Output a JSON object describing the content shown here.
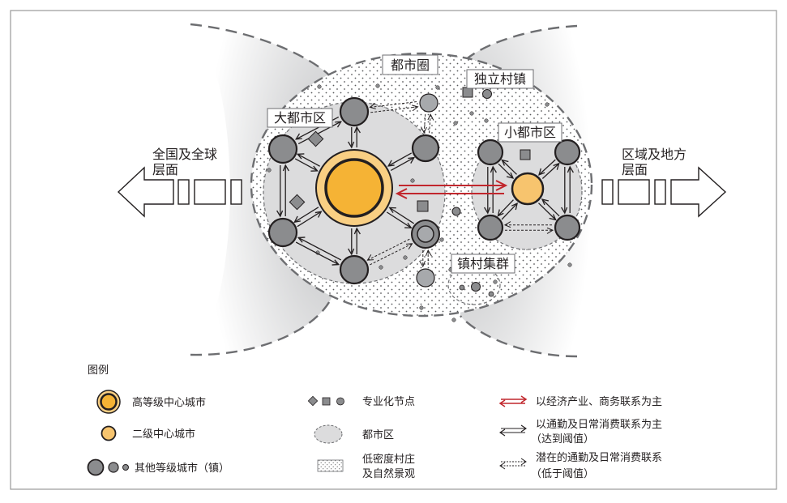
{
  "diagram": {
    "labels": {
      "metro_circle": "都市圈",
      "large_metro_area": "大都市区",
      "small_metro_area": "小都市区",
      "independent_village_town": "独立村镇",
      "town_village_cluster": "镇村集群",
      "national_global_line1": "全国及全球",
      "national_global_line2": "层面",
      "regional_local_line1": "区域及地方",
      "regional_local_line2": "层面"
    },
    "colors": {
      "frame": "#9a9a9a",
      "high_center_fill": "#f5b335",
      "high_center_ring": "#f9cf83",
      "second_center_fill": "#f7c46e",
      "other_city_fill": "#8b8c8e",
      "metro_area_fill": "#dcdcdd",
      "economic_link": "#c1272d",
      "dashed_outline": "#6d6e71",
      "text": "#231f20"
    }
  },
  "legend": {
    "title": "图例",
    "items": {
      "high_center": "高等级中心城市",
      "second_center": "二级中心城市",
      "other_cities": "其他等级城市（镇）",
      "specialized_nodes": "专业化节点",
      "metro_area": "都市区",
      "low_density_line1": "低密度村庄",
      "low_density_line2": "及自然景观",
      "economic_link": "以经济产业、商务联系为主",
      "commute_line1": "以通勤及日常消费联系为主",
      "commute_line2": "（达到阈值）",
      "potential_line1": "潜在的通勤及日常消费联系",
      "potential_line2": "（低于阈值）"
    }
  }
}
